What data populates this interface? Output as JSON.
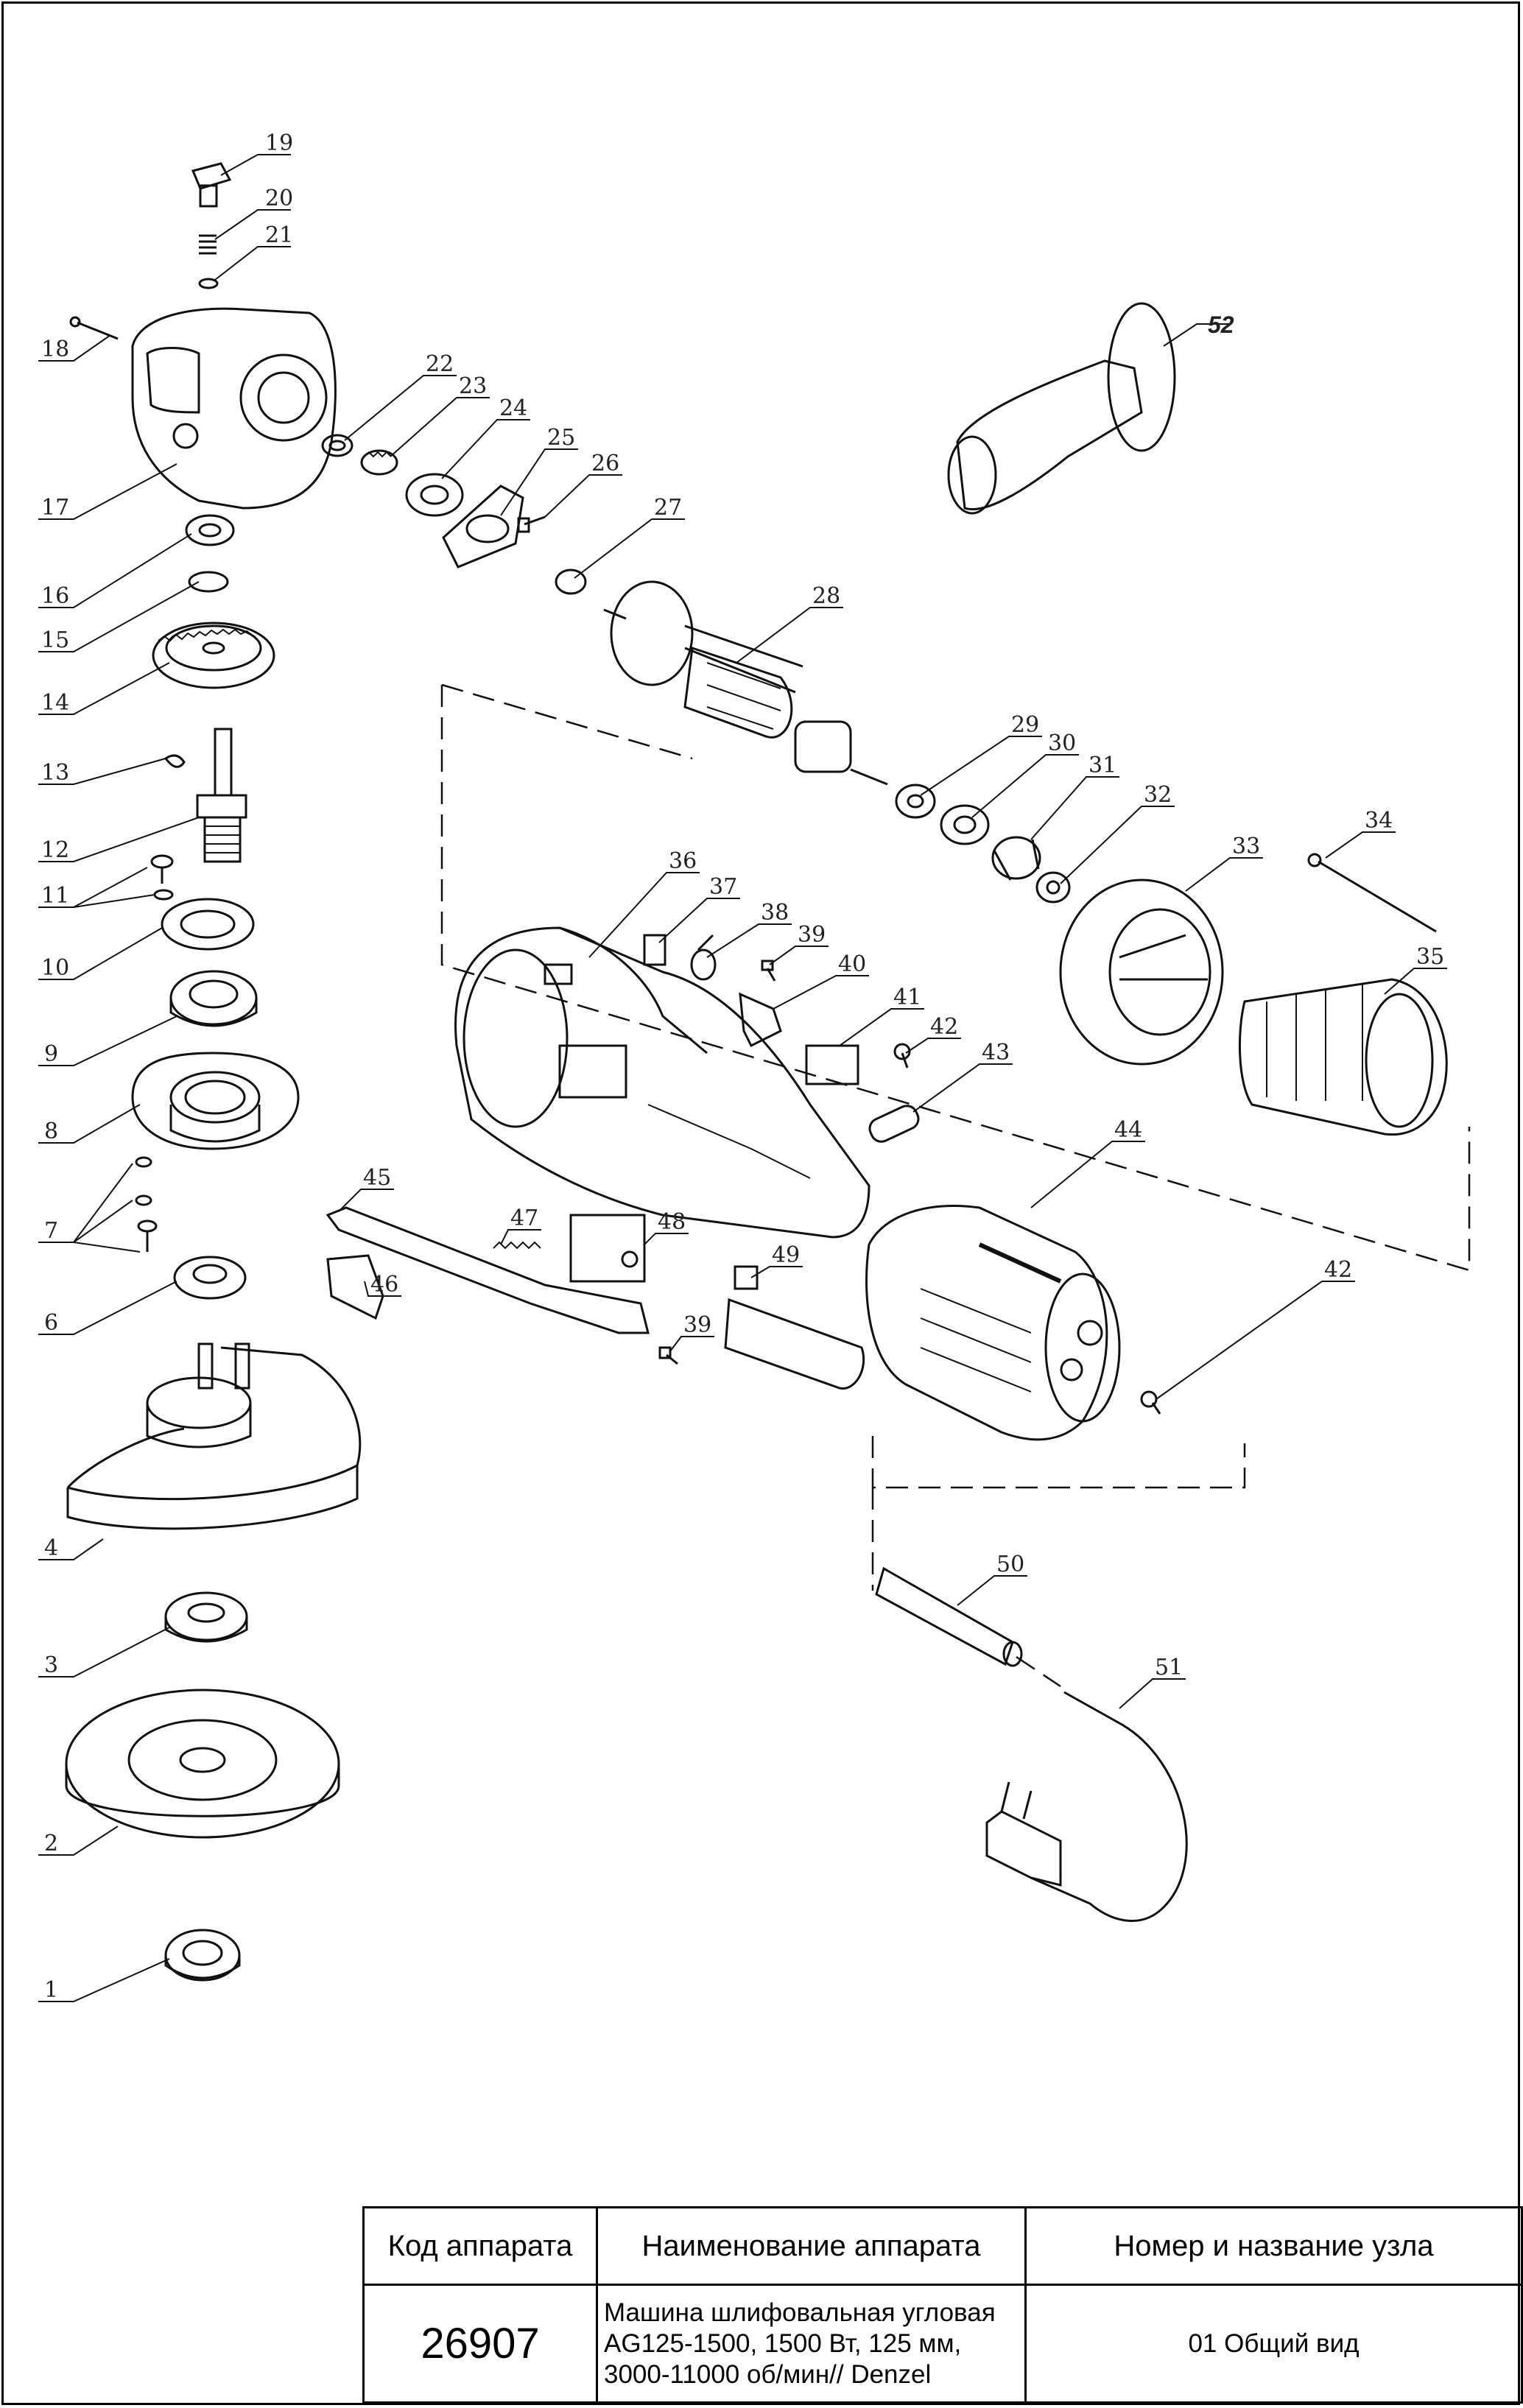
{
  "parts": [
    {
      "no": "1"
    },
    {
      "no": "2"
    },
    {
      "no": "3"
    },
    {
      "no": "4"
    },
    {
      "no": "6"
    },
    {
      "no": "7"
    },
    {
      "no": "8"
    },
    {
      "no": "9"
    },
    {
      "no": "10"
    },
    {
      "no": "11"
    },
    {
      "no": "12"
    },
    {
      "no": "13"
    },
    {
      "no": "14"
    },
    {
      "no": "15"
    },
    {
      "no": "16"
    },
    {
      "no": "17"
    },
    {
      "no": "18"
    },
    {
      "no": "19"
    },
    {
      "no": "20"
    },
    {
      "no": "21"
    },
    {
      "no": "22"
    },
    {
      "no": "23"
    },
    {
      "no": "24"
    },
    {
      "no": "25"
    },
    {
      "no": "26"
    },
    {
      "no": "27"
    },
    {
      "no": "28"
    },
    {
      "no": "29"
    },
    {
      "no": "30"
    },
    {
      "no": "31"
    },
    {
      "no": "32"
    },
    {
      "no": "33"
    },
    {
      "no": "34"
    },
    {
      "no": "35"
    },
    {
      "no": "36"
    },
    {
      "no": "37"
    },
    {
      "no": "38"
    },
    {
      "no": "39"
    },
    {
      "no": "40"
    },
    {
      "no": "41"
    },
    {
      "no": "42"
    },
    {
      "no": "43"
    },
    {
      "no": "44"
    },
    {
      "no": "45"
    },
    {
      "no": "46"
    },
    {
      "no": "47"
    },
    {
      "no": "48"
    },
    {
      "no": "49"
    },
    {
      "no": "39"
    },
    {
      "no": "42"
    },
    {
      "no": "50"
    },
    {
      "no": "51"
    },
    {
      "no": "52"
    }
  ],
  "table": {
    "col1_header": "Код аппарата",
    "col2_header": "Наименование аппарата",
    "col3_header": "Номер и название узла",
    "code": "26907",
    "name_line1": "Машина шлифовальная угловая",
    "name_line2": "AG125-1500, 1500 Вт, 125 мм,",
    "name_line3": "3000-11000 об/мин// Denzel",
    "unit": "01 Общий вид"
  }
}
